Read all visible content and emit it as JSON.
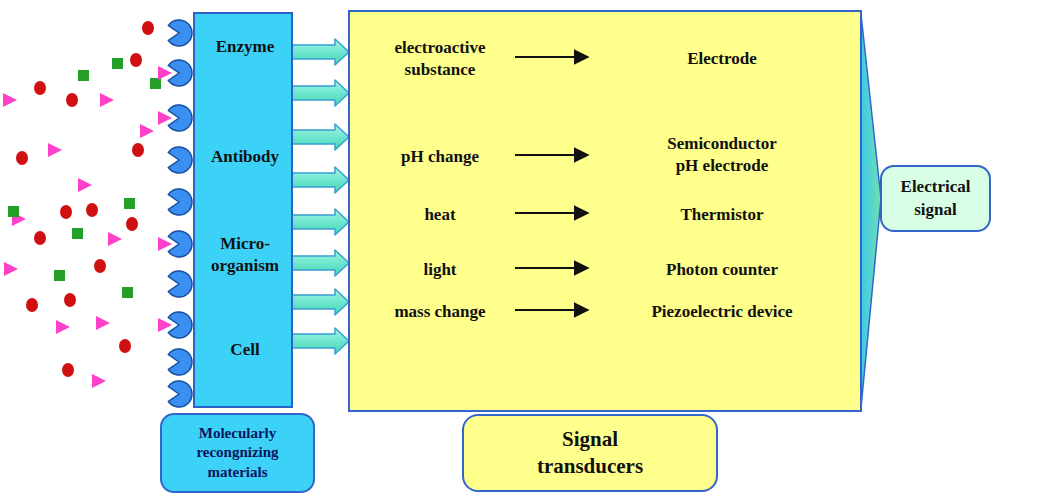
{
  "diagram": {
    "nodes": [
      {
        "text": [
          "Enzyme",
          "Antibody",
          "Micro- organism",
          "Cell"
        ]
      },
      {
        "text": [
          "electroactive substance",
          "Electrode",
          "pH change",
          "Semiconductor pH electrode",
          "heat",
          "Thermistor",
          "light",
          "Photon counter",
          "mass change",
          "Piezoelectric device"
        ]
      },
      {
        "text": [
          "Electrical signal"
        ]
      },
      {
        "text": [
          "Molecularly recongnizing materials"
        ]
      },
      {
        "text": [
          "Signal transducers"
        ]
      }
    ],
    "edges": [
      {
        "from": 0,
        "to": 1,
        "arrow": "to"
      },
      {
        "from": 0,
        "to": 1,
        "arrow": "to"
      },
      {
        "from": 0,
        "to": 1,
        "arrow": "to"
      },
      {
        "from": 0,
        "to": 1,
        "arrow": "to"
      },
      {
        "from": 0,
        "to": 1,
        "arrow": "to"
      },
      {
        "from": 0,
        "to": 1,
        "arrow": "to"
      },
      {
        "from": 0,
        "to": 1,
        "arrow": "to"
      },
      {
        "from": 0,
        "to": 1,
        "arrow": "to"
      },
      {
        "from": 1,
        "to": 2,
        "arrow": "to"
      }
    ]
  }
}
